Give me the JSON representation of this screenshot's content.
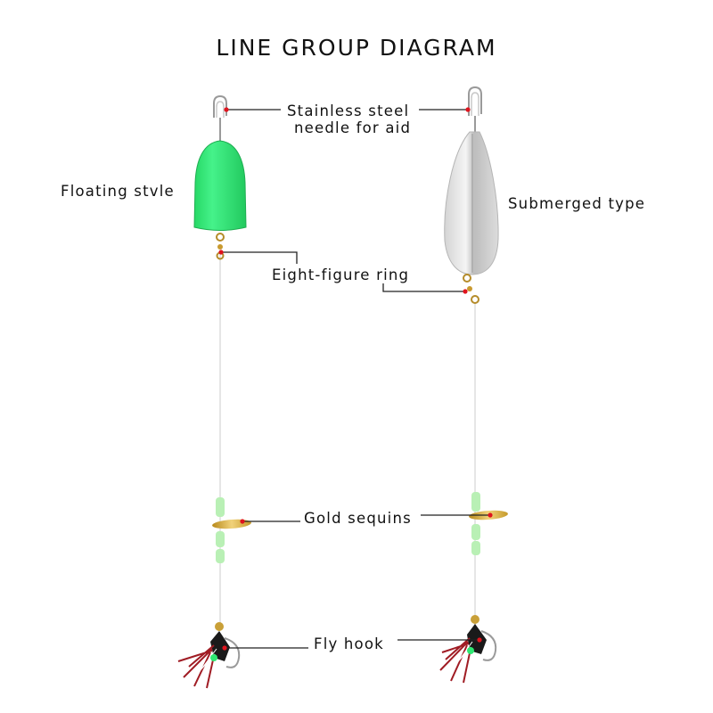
{
  "title": "LINE GROUP DIAGRAM",
  "labels": {
    "needle_line1": "Stainless steel",
    "needle_line2": "needle for aid",
    "floating": "Floating stvle",
    "submerged": "Submerged type",
    "ring": "Eight-figure ring",
    "sequins": "Gold sequins",
    "hook": "Fly hook"
  },
  "colors": {
    "float_green": "#2fe873",
    "marker_red": "#e0141e",
    "sequin_gold": "#d8b23a",
    "bead_green": "#b9f0b5"
  }
}
